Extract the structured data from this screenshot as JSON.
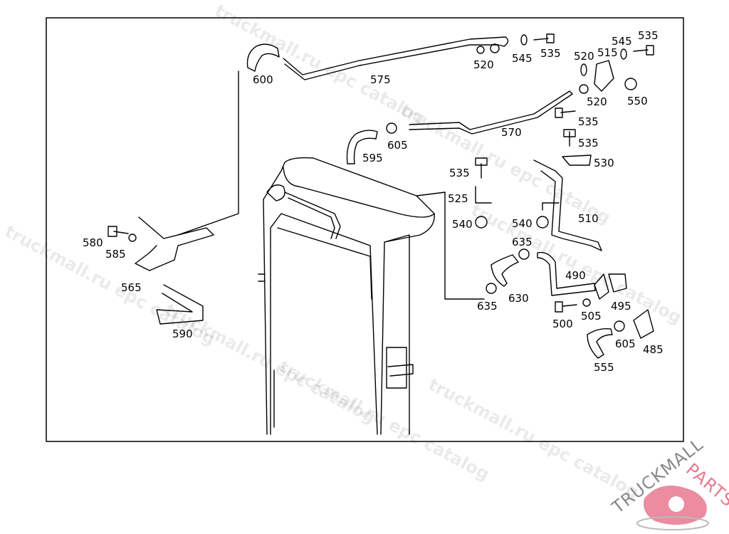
{
  "watermark": "truckmall.ru epc catalog",
  "logo": {
    "text_main": "TRUCKMALL",
    "text_accent": "PARTS",
    "accent_color": "#e8788f",
    "main_color": "#888888"
  },
  "callouts": [
    "600",
    "575",
    "520",
    "545",
    "535",
    "520",
    "515",
    "545",
    "535",
    "550",
    "520",
    "535",
    "570",
    "535",
    "530",
    "605",
    "595",
    "535",
    "525",
    "540",
    "540",
    "510",
    "635",
    "490",
    "495",
    "505",
    "500",
    "605",
    "485",
    "555",
    "630",
    "635",
    "580",
    "585",
    "565",
    "590"
  ]
}
